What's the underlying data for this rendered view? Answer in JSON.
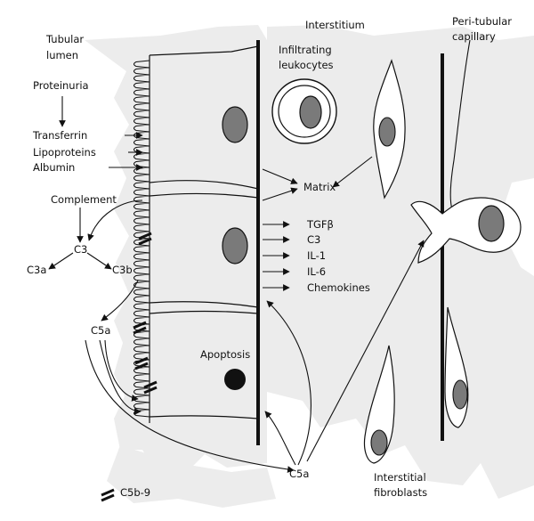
{
  "labels": {
    "tubular_lumen_1": "Tubular",
    "tubular_lumen_2": "lumen",
    "proteinuria": "Proteinuria",
    "transferrin": "Transferrin",
    "lipoproteins": "Lipoproteins",
    "albumin": "Albumin",
    "complement": "Complement",
    "c3_left": "C3",
    "c3a": "C3a",
    "c3b": "C3b",
    "c5a_left": "C5a",
    "c5a_bottom": "C5a",
    "apoptosis": "Apoptosis",
    "matrix": "Matrix",
    "tgfb": "TGFβ",
    "c3_right": "C3",
    "il1": "IL-1",
    "il6": "IL-6",
    "chemokines": "Chemokines",
    "interstitium": "Interstitium",
    "infiltrating_1": "Infiltrating",
    "infiltrating_2": "leukocytes",
    "peritubular_1": "Peri-tubular",
    "peritubular_2": "capillary",
    "fibroblasts_1": "Interstitial",
    "fibroblasts_2": "fibroblasts",
    "c5b9": "C5b-9"
  },
  "colors": {
    "background_blobs": "#ececec",
    "nucleus": "#7a7a7a",
    "apoptotic_body": "#111111",
    "stroke": "#111111"
  }
}
